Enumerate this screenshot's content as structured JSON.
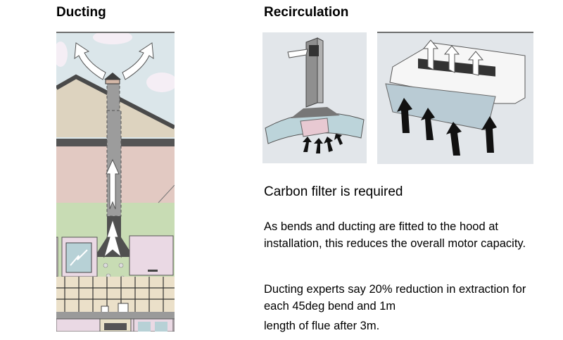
{
  "ducting": {
    "heading": "Ducting",
    "illustration": "kitchen-with-ducted-chimney-hood"
  },
  "recirculation": {
    "heading": "Recirculation",
    "illustrations": [
      "island-chimney-hood-recirculating",
      "under-cabinet-hood-recirculating"
    ],
    "carbon_note": "Carbon filter is required",
    "paragraph_1": "As bends and ducting are fitted to the hood at installation, this reduces the overall motor capacity.",
    "paragraph_2_lines": [
      "Ducting experts say 20% reduction in extraction for each 45deg bend and 1m",
      "length of flue after 3m."
    ]
  },
  "colors": {
    "rule": "#6e6e6e",
    "sky": "#dbe6ea",
    "wall_green": "#c8dcb4",
    "roof_tan": "#ddd3bf",
    "wall_pink": "#e2c9c2",
    "cabinet_pink": "#ead9e4"
  }
}
